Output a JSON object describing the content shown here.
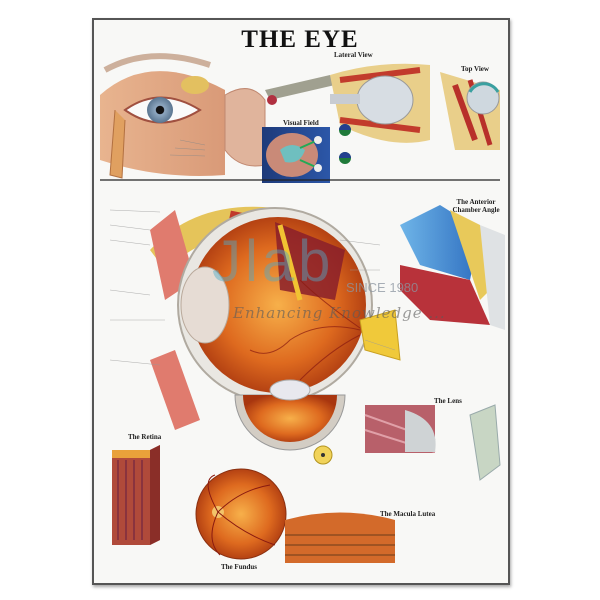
{
  "poster": {
    "title": "THE EYE",
    "sections": {
      "lateral_view": "Lateral View",
      "top_view": "Top View",
      "visual_field": "Visual Field",
      "anterior_chamber_angle": "The Anterior Chamber Angle",
      "lens": "The Lens",
      "retina": "The Retina",
      "fundus": "The Fundus",
      "macula_lutea": "The Macula Lutea"
    }
  },
  "watermark": {
    "logo": "Jlab",
    "since": "SINCE 1980",
    "tagline": "Enhancing Knowledge ..."
  },
  "colors": {
    "frame": "#555555",
    "paper": "#f8f8f6",
    "tissue_red": "#c0392b",
    "retina_orange": "#d9641e",
    "fat_yellow": "#e8c95a",
    "watermark_blue": "#50aac8"
  }
}
